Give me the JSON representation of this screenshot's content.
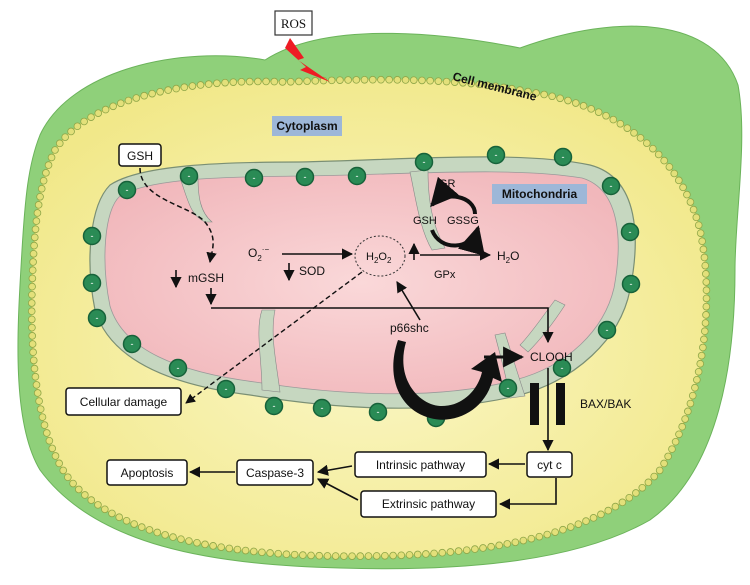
{
  "labels": {
    "ros": "ROS",
    "cell_membrane": "Cell membrane",
    "cytoplasm": "Cytoplasm",
    "mitochondria": "Mitochondria",
    "gsh_box": "GSH",
    "mgsh": "mGSH",
    "o2": "O",
    "o2_sub": "2",
    "o2_sup": "·−",
    "sod": "SOD",
    "h2o2_a": "H",
    "h2o2_b": "2",
    "h2o2_c": "O",
    "h2o2_d": "2",
    "gr": "GR",
    "gsh_cycle": "GSH",
    "gssg": "GSSG",
    "gpx": "GPx",
    "h2o_a": "H",
    "h2o_b": "2",
    "h2o_c": "O",
    "p66shc": "p66shc",
    "clooh": "CLOOH",
    "bax_bak": "BAX/BAK",
    "cellular_damage": "Cellular damage",
    "cyt_c": "cyt c",
    "intrinsic": "Intrinsic pathway",
    "extrinsic": "Extrinsic pathway",
    "caspase3": "Caspase-3",
    "apoptosis": "Apoptosis"
  },
  "colors": {
    "outer_green": "#8fd07a",
    "cell_fill": "#f7f0a6",
    "membrane_bead": "#e3e07a",
    "mito_fill": "#f6c9cb",
    "mito_border": "#c9d9c6",
    "bead_dark": "#2a8b55",
    "cytoplasm_tag": "#9db7d8",
    "ros_red": "#ee1c24"
  }
}
